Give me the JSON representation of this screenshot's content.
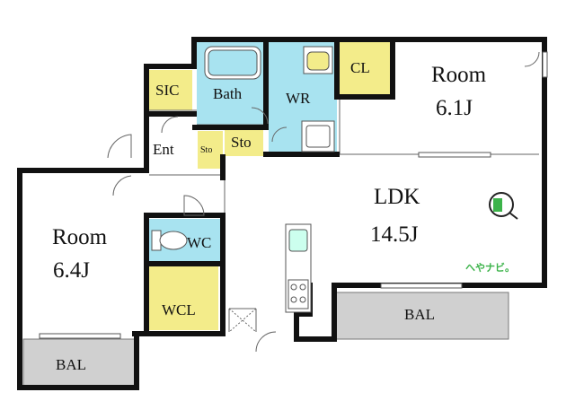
{
  "rooms": {
    "room_east": {
      "name": "Room",
      "size": "6.1J"
    },
    "room_west": {
      "name": "Room",
      "size": "6.4J"
    },
    "ldk": {
      "name": "LDK",
      "size": "14.5J"
    },
    "bath": "Bath",
    "wr": "WR",
    "cl": "CL",
    "sic": "SIC",
    "entrance": "Ent",
    "storage_small": "Sto",
    "storage": "Sto",
    "wc": "WC",
    "wcl": "WCL",
    "balcony_east": "BAL",
    "balcony_west": "BAL"
  },
  "logo": {
    "text": "へやナビ。"
  },
  "colors": {
    "wall": "#111111",
    "wet_area": "#a8e3f0",
    "closet": "#f3ec8a",
    "balcony": "#d0d0d0",
    "logo": "#3cb34a"
  },
  "icons": [
    "bathtub-icon",
    "sink-icon",
    "washing-machine-icon",
    "toilet-icon",
    "kitchen-sink-icon",
    "stove-icon",
    "building-magnifier-icon"
  ]
}
